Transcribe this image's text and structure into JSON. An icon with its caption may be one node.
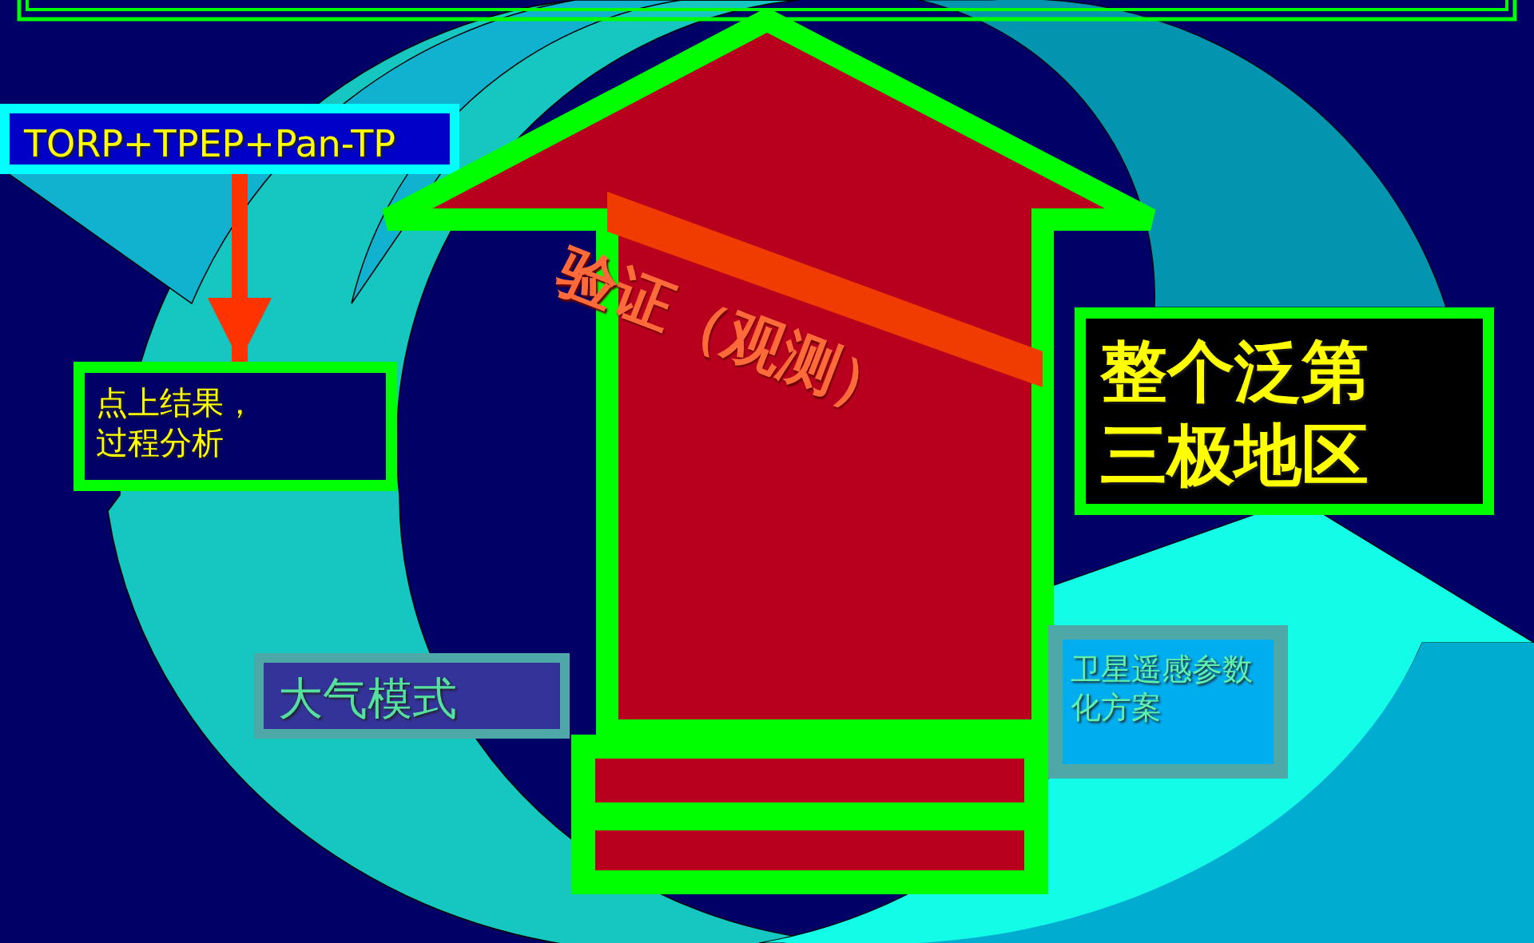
{
  "diagram": {
    "nodes": [
      {
        "text": [
          "TORP+TPEP+Pan-TP"
        ]
      },
      {
        "text": [
          "点上结果，过程分析"
        ]
      },
      {
        "text": [
          "验证（观测）"
        ]
      },
      {
        "text": [
          "整个泛第三极地区"
        ]
      },
      {
        "text": [
          "大气模式"
        ]
      },
      {
        "text": [
          "卫星遥感参数化方案"
        ]
      }
    ],
    "edges": [
      {
        "from": 0,
        "to": 1,
        "arrow": "to",
        "color": "#ff3300"
      }
    ]
  }
}
